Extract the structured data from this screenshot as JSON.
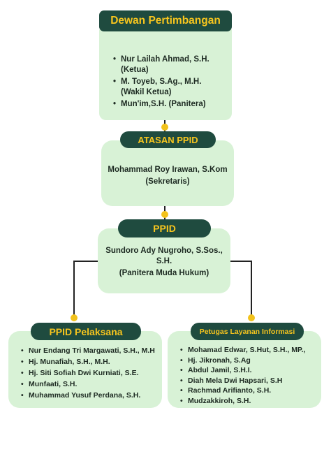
{
  "dewan": {
    "title": "Dewan Pertimbangan",
    "members": [
      {
        "line1": "Nur Lailah Ahmad, S.H. (Ketua)",
        "line2": ""
      },
      {
        "line1": "M. Toyeb, S.Ag., M.H.",
        "line2": "(Wakil Ketua)"
      },
      {
        "line1": "Mun'im,S.H. (Panitera)",
        "line2": ""
      }
    ]
  },
  "atasan": {
    "title": "ATASAN PPID",
    "name": "Mohammad Roy Irawan, S.Kom",
    "role": "(Sekretaris)"
  },
  "ppid": {
    "title": "PPID",
    "name": "Sundoro Ady Nugroho, S.Sos., S.H.",
    "role": "(Panitera Muda Hukum)"
  },
  "pelaksana": {
    "title": "PPID Pelaksana",
    "members": [
      "Nur Endang Tri Margawati, S.H., M.H",
      "Hj. Munafiah, S.H., M.H.",
      "Hj. Siti Sofiah Dwi Kurniati, S.E.",
      "Munfaati, S.H.",
      "Muhammad Yusuf Perdana, S.H."
    ]
  },
  "petugas": {
    "title": "Petugas Layanan Informasi",
    "members": [
      "Mohamad Edwar, S.Hut, S.H., MP.,",
      "Hj. Jikronah, S.Ag",
      "Abdul Jamil, S.H.I.",
      "Diah Mela Dwi Hapsari, S.H",
      "Rachmad Arifianto, S.H.",
      "Mudzakkiroh, S.H."
    ]
  },
  "colors": {
    "pill_bg": "#1f4b3f",
    "pill_text": "#f7c51e",
    "card_bg": "#d8f2d6",
    "connector_dot": "#f2c21b"
  }
}
